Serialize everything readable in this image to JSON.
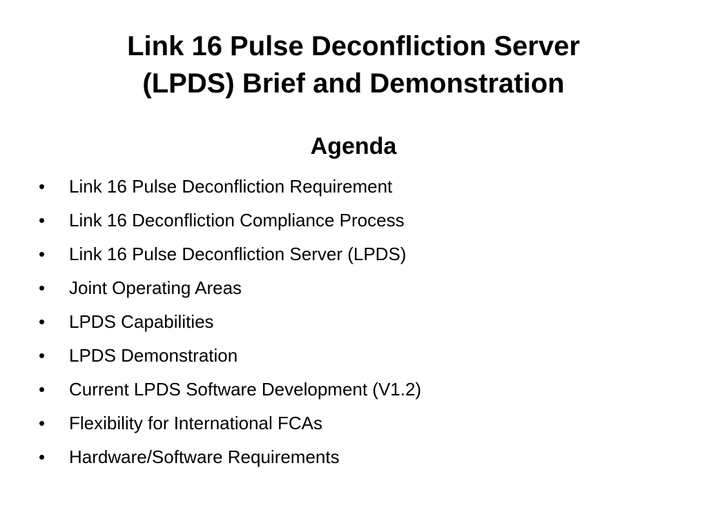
{
  "slide": {
    "title_line1": "Link 16 Pulse Deconfliction Server",
    "title_line2": "(LPDS) Brief and Demonstration",
    "subtitle": "Agenda",
    "bullet_glyph": "•",
    "items": [
      "Link 16 Pulse Deconfliction Requirement",
      "Link 16 Deconfliction Compliance Process",
      "Link 16 Pulse Deconfliction Server (LPDS)",
      "Joint Operating Areas",
      "LPDS Capabilities",
      "LPDS Demonstration",
      "Current LPDS Software Development (V1.2)",
      "Flexibility for International FCAs",
      "Hardware/Software Requirements"
    ]
  }
}
